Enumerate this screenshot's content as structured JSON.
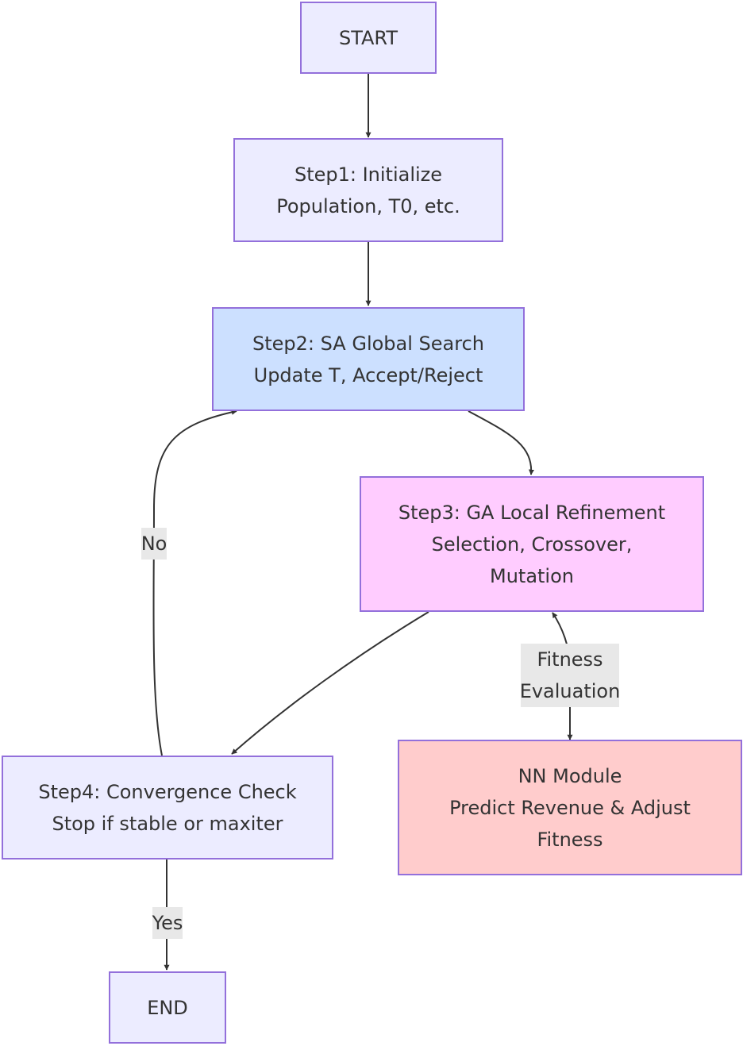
{
  "nodes": {
    "start": {
      "lines": [
        "START"
      ],
      "fill": "#ececff"
    },
    "step1": {
      "lines": [
        "Step1: Initialize",
        "Population, T0, etc."
      ],
      "fill": "#ececff"
    },
    "step2": {
      "lines": [
        "Step2: SA Global Search",
        "Update T, Accept/Reject"
      ],
      "fill": "#cce0ff"
    },
    "step3": {
      "lines": [
        "Step3: GA Local Refinement",
        "Selection, Crossover,",
        "Mutation"
      ],
      "fill": "#ffccff"
    },
    "step4": {
      "lines": [
        "Step4: Convergence Check",
        "Stop if stable or maxiter"
      ],
      "fill": "#ececff"
    },
    "nn": {
      "lines": [
        "NN Module",
        "Predict Revenue & Adjust",
        "Fitness"
      ],
      "fill": "#ffcccc"
    },
    "end": {
      "lines": [
        "END"
      ],
      "fill": "#ececff"
    }
  },
  "edge_labels": {
    "no": {
      "lines": [
        "No"
      ]
    },
    "fitness": {
      "lines": [
        "Fitness",
        "Evaluation"
      ]
    },
    "yes": {
      "lines": [
        "Yes"
      ]
    }
  },
  "colors": {
    "border": "#9370db",
    "edge": "#333333",
    "label_bg": "#e8e8e8"
  }
}
